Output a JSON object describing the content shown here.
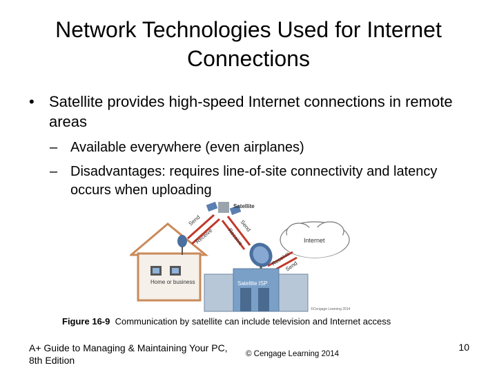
{
  "slide": {
    "title": "Network Technologies Used for Internet Connections",
    "bullet": "Satellite provides high-speed Internet connections in remote areas",
    "bullet_marker": "•",
    "subbullets": [
      "Available everywhere (even airplanes)",
      "Disadvantages: requires line-of-site connectivity and latency occurs when uploading"
    ],
    "dash_marker": "–"
  },
  "figure": {
    "satellite": "Satellite",
    "internet": "Internet",
    "isp": "Satellite ISP",
    "home": "Home or business",
    "send": "Send",
    "receive": "Receive",
    "credit": "©Cengage Learning 2014"
  },
  "caption": {
    "label": "Figure 16-9",
    "text": "Communication by satellite can include television and Internet access"
  },
  "footer": {
    "book": "A+ Guide to Managing & Maintaining Your PC, 8th Edition",
    "copyright": "© Cengage Learning 2014",
    "page": "10"
  },
  "colors": {
    "arrow_red": "#c0392b",
    "house": "#c98a5a",
    "isp_building": "#7aa0c8",
    "cloud": "#ffffff"
  }
}
